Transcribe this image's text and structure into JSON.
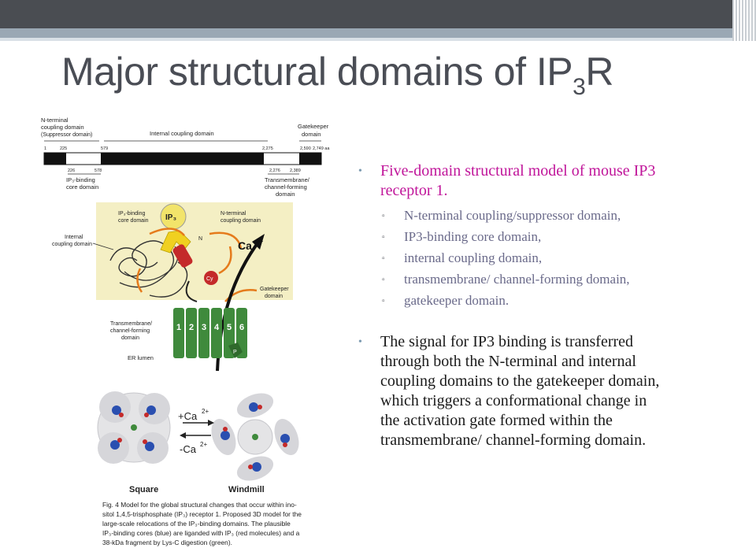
{
  "slide": {
    "title": "Major structural domains of IP",
    "title_sub": "3",
    "title_suffix": "R"
  },
  "figure": {
    "bar": {
      "label_nterm": [
        "N-terminal",
        "coupling domain",
        "(Suppressor domain)"
      ],
      "label_internal": "Internal coupling domain",
      "label_gatekeeper": [
        "Gatekeeper",
        "domain"
      ],
      "top_ticks": [
        "1",
        "225",
        "579",
        "2,275",
        "2,590",
        "2,749 aa"
      ],
      "bottom_ticks": [
        "226",
        "578",
        "2,276",
        "2,389"
      ],
      "label_ip3": [
        "IP₃-binding",
        "core domain"
      ],
      "label_tm": [
        "Transmembrane/",
        "channel-forming",
        "domain"
      ]
    },
    "schematic": {
      "ip3_core": [
        "IP₃-binding",
        "core domain"
      ],
      "ip3": "IP₃",
      "nterm": [
        "N-terminal",
        "coupling domain"
      ],
      "ca": "Ca",
      "ca_sup": "2+",
      "internal": [
        "Internal",
        "coupling domain"
      ],
      "n": "N",
      "cy": "Cy",
      "gatekeeper": [
        "Gatekeeper",
        "domain"
      ],
      "tm": [
        "Transmembrane/",
        "channel-forming",
        "domain"
      ],
      "helices": [
        "1",
        "2",
        "3",
        "4",
        "5",
        "6"
      ],
      "p": "P",
      "er": "ER  lumen"
    },
    "models": {
      "plus_ca": "+Ca",
      "minus_ca": "-Ca",
      "sup": "2+",
      "square": "Square",
      "windmill": "Windmill"
    },
    "caption": [
      "Fig. 4  Model for the global structural changes that occur within ino-",
      "sitol 1,4,5-trisphosphate (IP₃) receptor 1. Proposed 3D model for the",
      "large-scale relocations of the IP₃-binding domains. The plausible",
      "IP₃-binding cores (blue) are liganded with IP₃ (red molecules) and a",
      "38-kDa fragment by Lys-C digestion (green)."
    ]
  },
  "bullets": {
    "first": {
      "line1": "Five-domain structural model of mouse IP3",
      "line2": "receptor 1.",
      "items": [
        "N-terminal coupling/suppressor domain,",
        "IP3-binding core domain,",
        "internal coupling domain,",
        "transmembrane/ channel-forming domain,",
        "gatekeeper domain."
      ]
    },
    "second": [
      "The signal for IP3 binding is transferred",
      "through both the N-terminal and internal",
      "coupling domains to the gatekeeper domain,",
      "which triggers a conformational change in",
      "the activation gate formed within the",
      "transmembrane/ channel-forming domain."
    ]
  },
  "colors": {
    "title": "#4a4d55",
    "bullet_accent": "#c0159a",
    "subitem_text": "#6a6a8a",
    "topbar": "#4a4d52",
    "schematic_bg": "#f4efc4",
    "helix": "#3f8a3c"
  }
}
